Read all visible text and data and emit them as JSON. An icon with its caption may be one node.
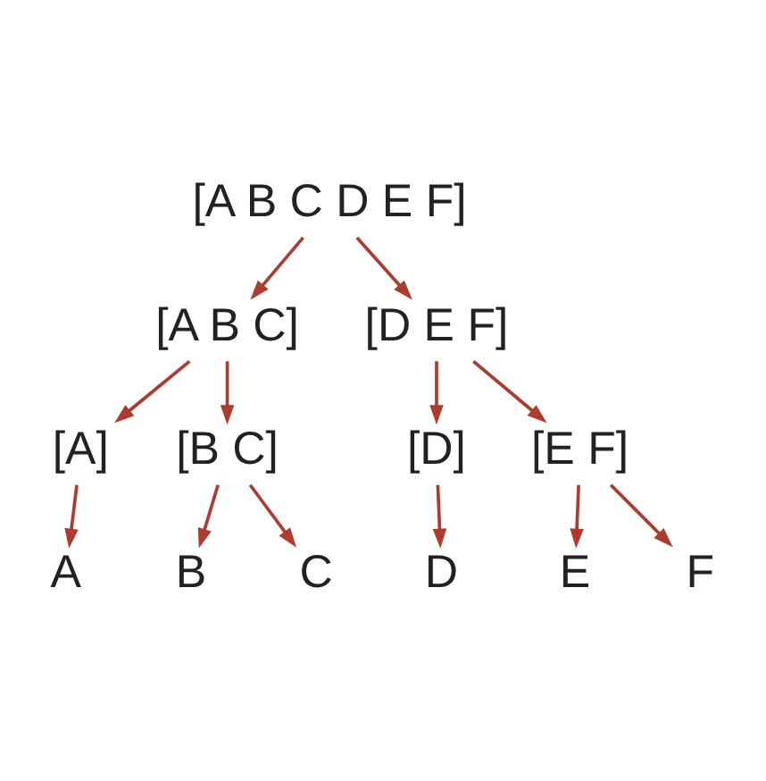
{
  "diagram": {
    "nodes": [
      {
        "text": [
          "[A B C D E F]"
        ]
      },
      {
        "text": [
          "[A B C]"
        ]
      },
      {
        "text": [
          "[D E F]"
        ]
      },
      {
        "text": [
          "[A]"
        ]
      },
      {
        "text": [
          "[B C]"
        ]
      },
      {
        "text": [
          "[D]"
        ]
      },
      {
        "text": [
          "[E F]"
        ]
      },
      {
        "text": [
          "A"
        ]
      },
      {
        "text": [
          "B"
        ]
      },
      {
        "text": [
          "C"
        ]
      },
      {
        "text": [
          "D"
        ]
      },
      {
        "text": [
          "E"
        ]
      },
      {
        "text": [
          "F"
        ]
      }
    ],
    "edges": [
      {
        "from": 0,
        "to": 1,
        "arrow": "to"
      },
      {
        "from": 0,
        "to": 2,
        "arrow": "to"
      },
      {
        "from": 1,
        "to": 3,
        "arrow": "to"
      },
      {
        "from": 1,
        "to": 4,
        "arrow": "to"
      },
      {
        "from": 2,
        "to": 5,
        "arrow": "to"
      },
      {
        "from": 2,
        "to": 6,
        "arrow": "to"
      },
      {
        "from": 3,
        "to": 7,
        "arrow": "to"
      },
      {
        "from": 4,
        "to": 8,
        "arrow": "to"
      },
      {
        "from": 4,
        "to": 9,
        "arrow": "to"
      },
      {
        "from": 5,
        "to": 10,
        "arrow": "to"
      },
      {
        "from": 6,
        "to": 11,
        "arrow": "to"
      },
      {
        "from": 6,
        "to": 12,
        "arrow": "to"
      }
    ]
  }
}
